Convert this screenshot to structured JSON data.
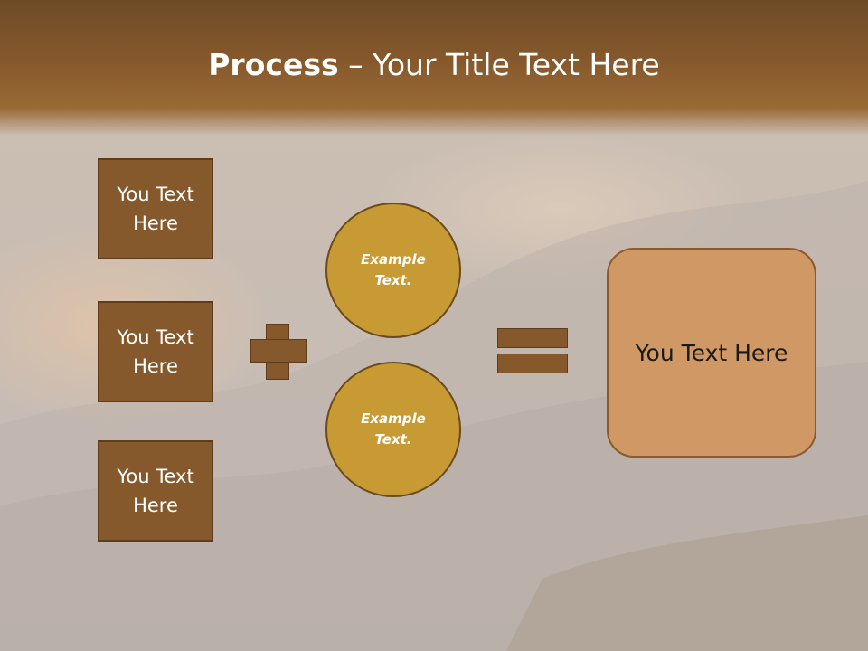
{
  "title": {
    "bold": "Process",
    "rest": " – Your Title Text Here"
  },
  "boxes": [
    {
      "line1": "You Text",
      "line2": "Here"
    },
    {
      "line1": "You Text",
      "line2": "Here"
    },
    {
      "line1": "You Text",
      "line2": "Here"
    }
  ],
  "circles": [
    {
      "line1": "Example",
      "line2": "Text."
    },
    {
      "line1": "Example",
      "line2": "Text."
    }
  ],
  "result": {
    "text": "You Text Here"
  },
  "colors": {
    "header": "#85592c",
    "box_fill": "#85592c",
    "circle_fill": "#c79a34",
    "result_fill": "#cf9864"
  },
  "icons": {
    "plus": "plus-icon",
    "equals": "equals-icon"
  }
}
